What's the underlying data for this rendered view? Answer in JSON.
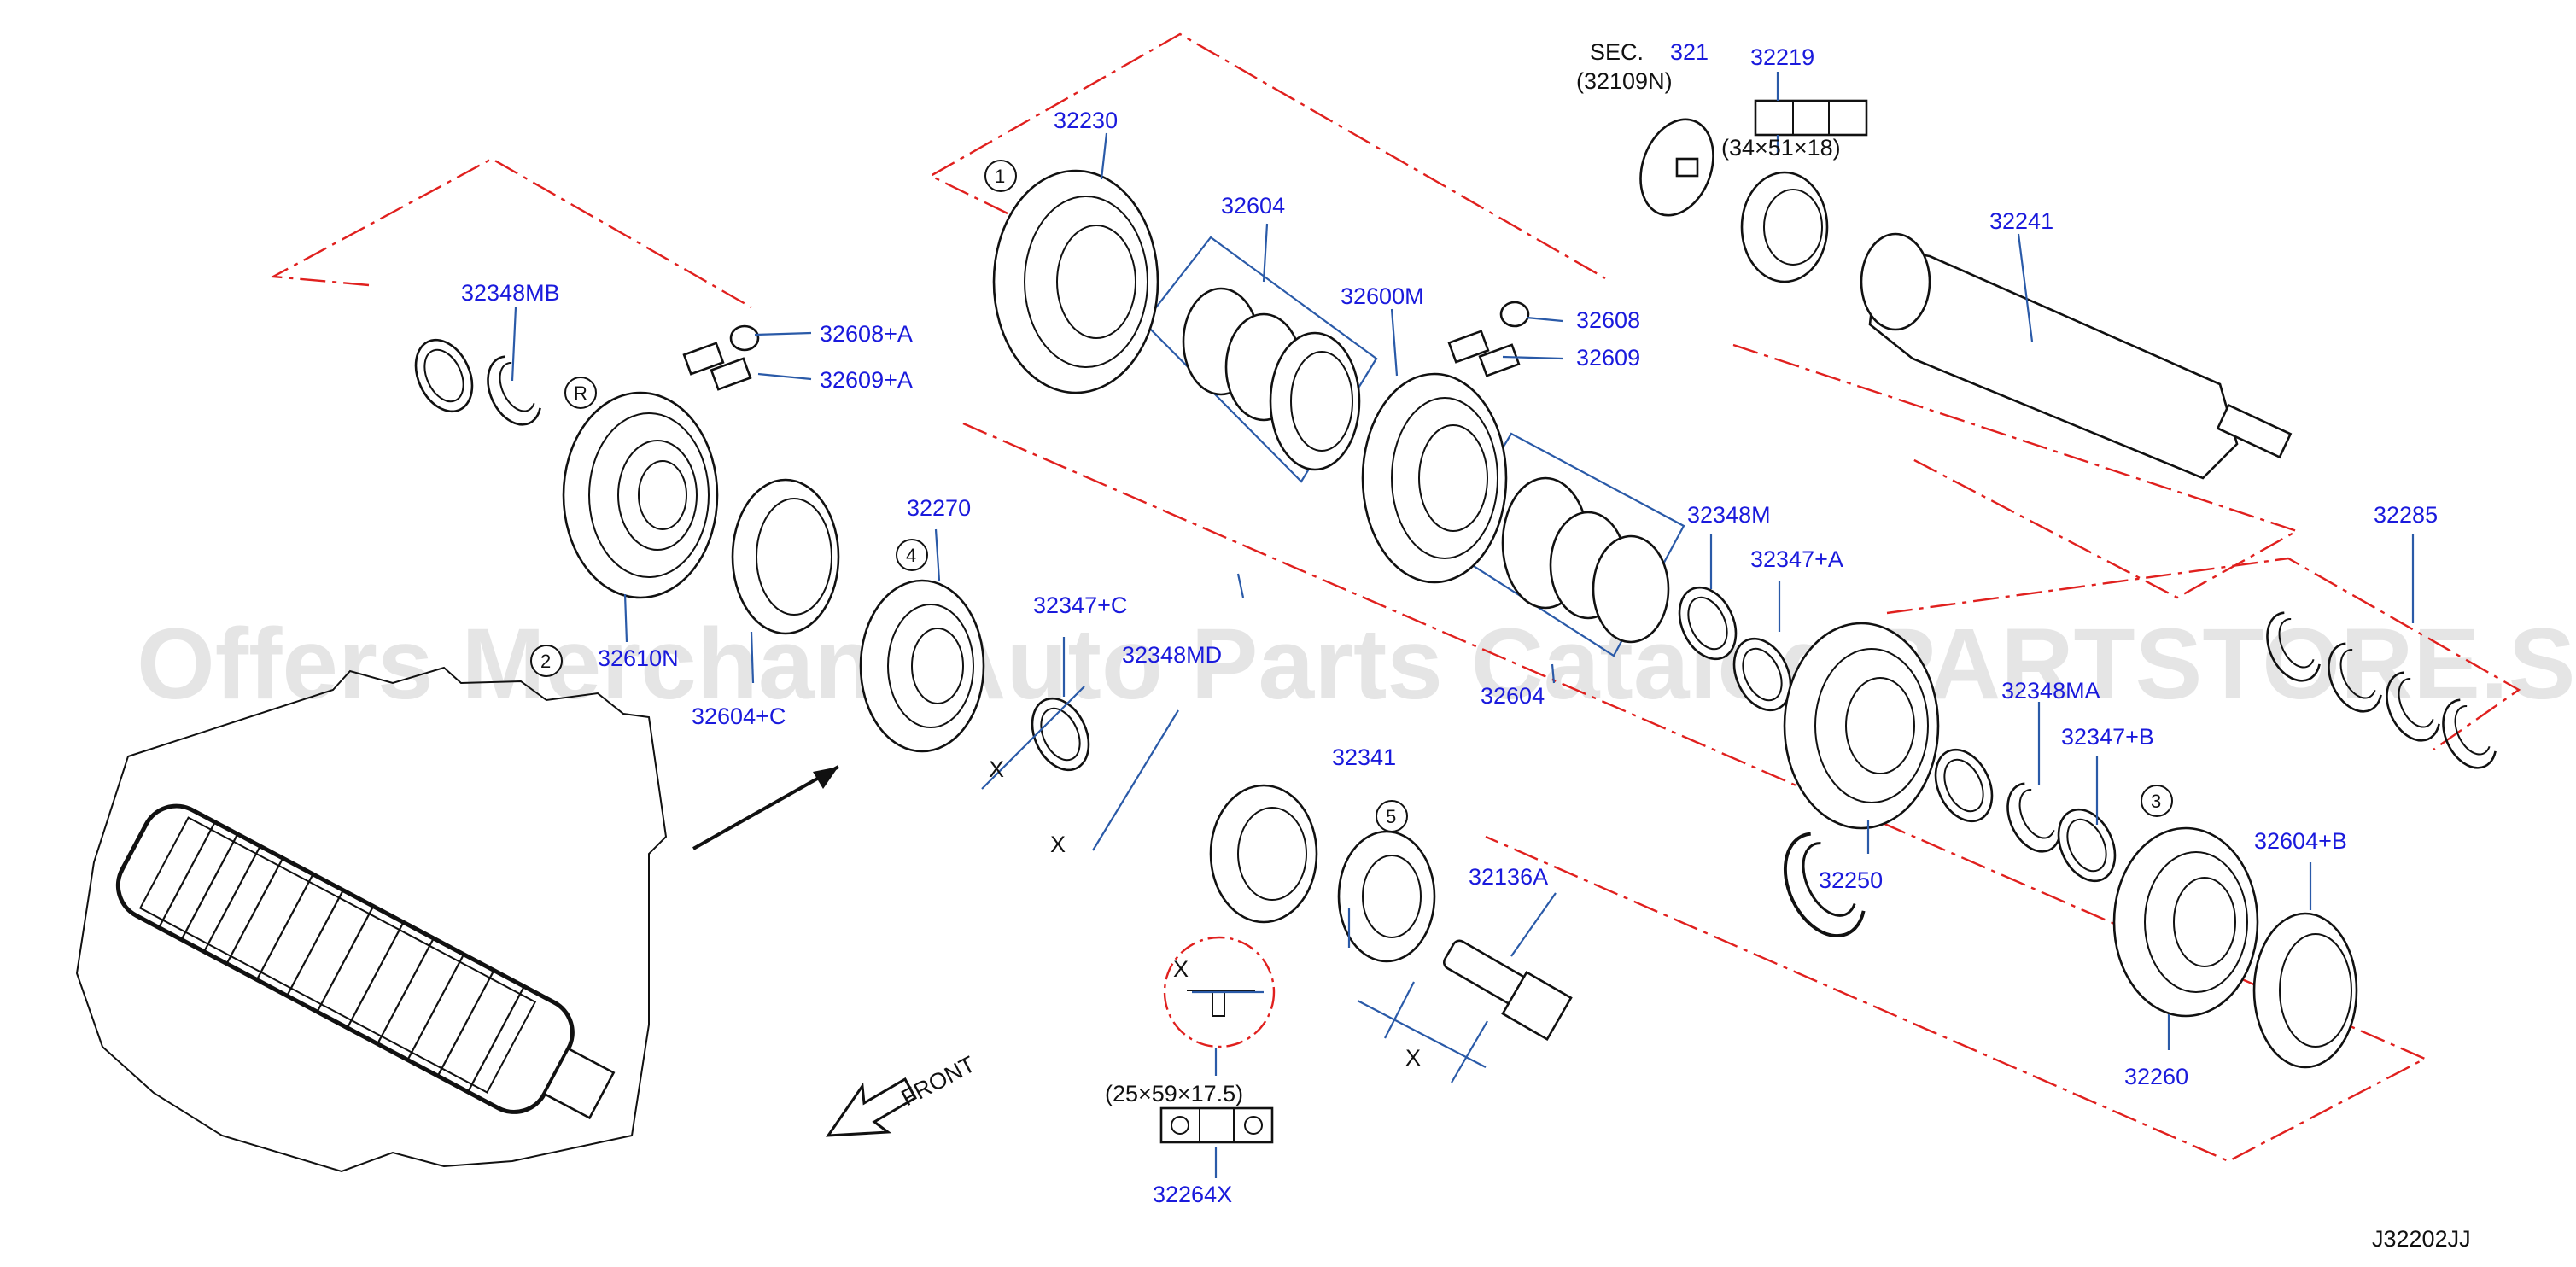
{
  "diagram": {
    "section": {
      "prefix": "SEC.",
      "number": "321",
      "sub": "(32109N)"
    },
    "drawing_code": "J32202JJ",
    "front_label": "FRONT",
    "watermark": "Offers Merchant Auto Parts Catalog PARTSTORE.SA",
    "dimension_mark": "X",
    "labels": {
      "p32348MB": "32348MB",
      "p32608A": "32608+A",
      "p32609A": "32609+A",
      "p32610N": "32610N",
      "p32604C": "32604+C",
      "p32230": "32230",
      "p32604_top": "32604",
      "p32600M": "32600M",
      "p32608": "32608",
      "p32609": "32609",
      "p32219": "32219",
      "bearing_219": "(34×51×18)",
      "p32241": "32241",
      "p32270": "32270",
      "p32347C": "32347+C",
      "p32348MD": "32348MD",
      "p32341": "32341",
      "p32136A": "32136A",
      "bearing_264": "(25×59×17.5)",
      "p32264X": "32264X",
      "p32604_low": "32604",
      "p32348M": "32348M",
      "p32347A": "32347+A",
      "p32285": "32285",
      "p32348MA": "32348MA",
      "p32347B": "32347+B",
      "p32250": "32250",
      "p32604B": "32604+B",
      "p32260": "32260"
    },
    "callouts": {
      "r": "R",
      "c1": "1",
      "c2": "2",
      "c3": "3",
      "c4": "4",
      "c5": "5"
    },
    "colors": {
      "label": "#1a1adc",
      "dashed": "#e0201e",
      "leader": "#2a5aa8"
    }
  }
}
